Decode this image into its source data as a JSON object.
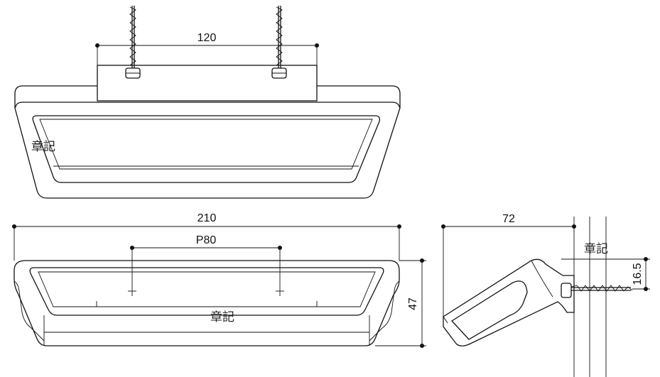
{
  "top_view": {
    "screw_pitch": "120",
    "note": "章記"
  },
  "front_view": {
    "overall_width": "210",
    "hole_pitch": "P80",
    "height": "47",
    "note": "章記"
  },
  "side_view": {
    "depth": "72",
    "offset": "16.5",
    "note": "章記"
  },
  "colors": {
    "line": "#111111",
    "background": "#ffffff"
  }
}
